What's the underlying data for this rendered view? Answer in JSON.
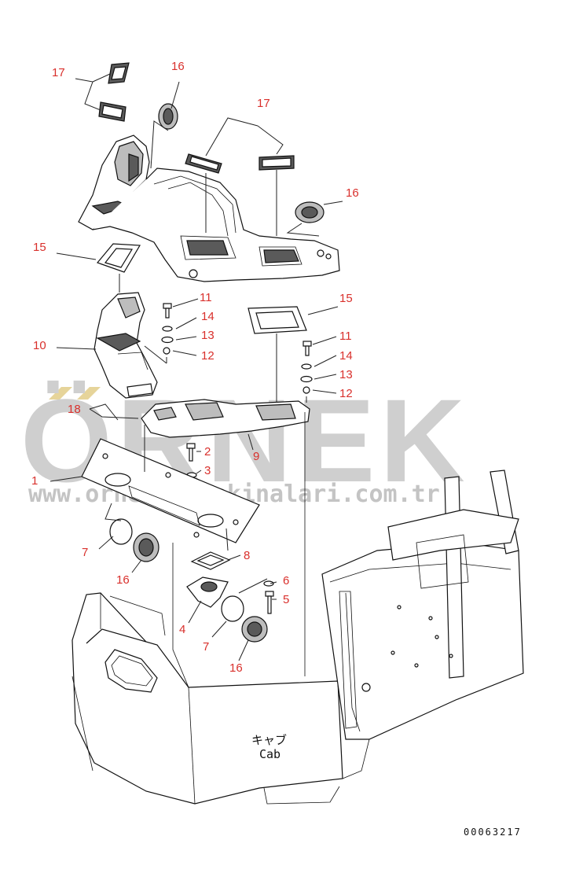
{
  "watermark": {
    "brand": "ÖRNEK",
    "url": "www.orneksismakinalari.com.tr",
    "logo_color": "#e6d49a",
    "text_color": "#cfcfcf"
  },
  "callout_color": "#d9302c",
  "callouts": {
    "c1": "1",
    "c2": "2",
    "c3": "3",
    "c4": "4",
    "c5": "5",
    "c6": "6",
    "c7a": "7",
    "c7b": "7",
    "c8": "8",
    "c9": "9",
    "c10": "10",
    "c11a": "11",
    "c11b": "11",
    "c12a": "12",
    "c12b": "12",
    "c13a": "13",
    "c13b": "13",
    "c14a": "14",
    "c14b": "14",
    "c15a": "15",
    "c15b": "15",
    "c16a": "16",
    "c16b": "16",
    "c16c": "16",
    "c16d": "16",
    "c17a": "17",
    "c17b": "17",
    "c18": "18"
  },
  "cab_label": {
    "jp": "キャブ",
    "en": "Cab"
  },
  "figure_number": "00063217"
}
